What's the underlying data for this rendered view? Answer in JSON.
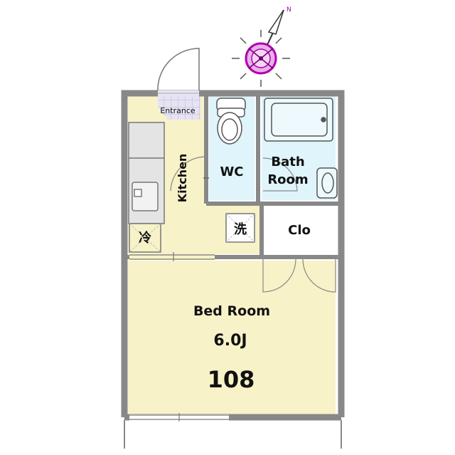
{
  "compass": {
    "north_letter": "N"
  },
  "rooms": {
    "entrance": "Entrance",
    "kitchen": "Kitchen",
    "wc": "WC",
    "bath_line1": "Bath",
    "bath_line2": "Room",
    "fridge": "冷",
    "washer": "洗",
    "closet": "Clo",
    "bedroom": "Bed Room",
    "bedroom_size": "6.0J",
    "room_number": "108"
  },
  "colors": {
    "floor_wood": "#f7f2c8",
    "wet_area": "#dff4fb",
    "entrance_tile": "#e6e3f3",
    "wall": "#888888",
    "compass_accent": "#b000b0"
  }
}
